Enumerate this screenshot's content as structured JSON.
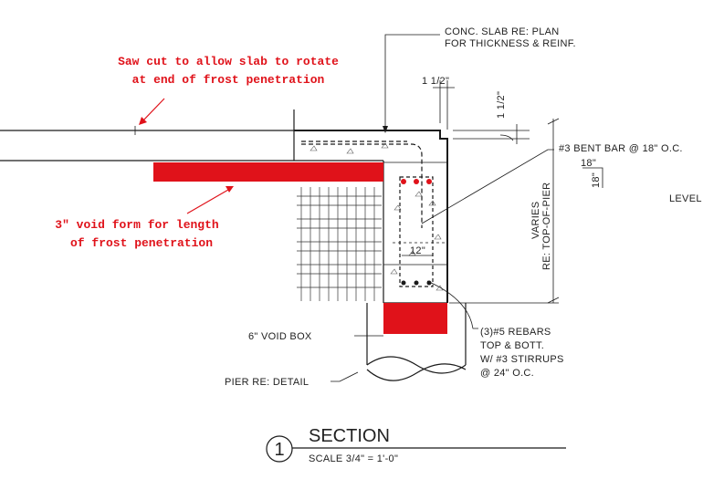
{
  "annotations": {
    "saw_cut": [
      "Saw cut to allow slab to rotate",
      "at end of frost penetration"
    ],
    "void_form": [
      "3\" void form for length",
      "of frost penetration"
    ]
  },
  "labels": {
    "conc_slab": [
      "CONC. SLAB RE: PLAN",
      "FOR THICKNESS & REINF."
    ],
    "dim_1_half_top": "1 1/2\"",
    "dim_1_half_side": "1 1/2\"",
    "bent_bar": "#3 BENT BAR @ 18\" O.C.",
    "bent_bar_dim_a": "18\"",
    "bent_bar_dim_b": "18\"",
    "level": "LEVEL",
    "varies": [
      "VARIES",
      "RE: TOP-OF-PIER"
    ],
    "dim_12": "12\"",
    "void_box": "6\" VOID BOX",
    "rebars": [
      "(3)#5 REBARS",
      "TOP & BOTT.",
      "W/ #3 STIRRUPS",
      "@ 24\" O.C."
    ],
    "pier": "PIER RE: DETAIL"
  },
  "section_title": {
    "number": "1",
    "title": "SECTION",
    "scale": "SCALE 3/4\" = 1'-0\""
  },
  "colors": {
    "annotation_red": "#e0121a",
    "linework": "#1a1a1a"
  }
}
